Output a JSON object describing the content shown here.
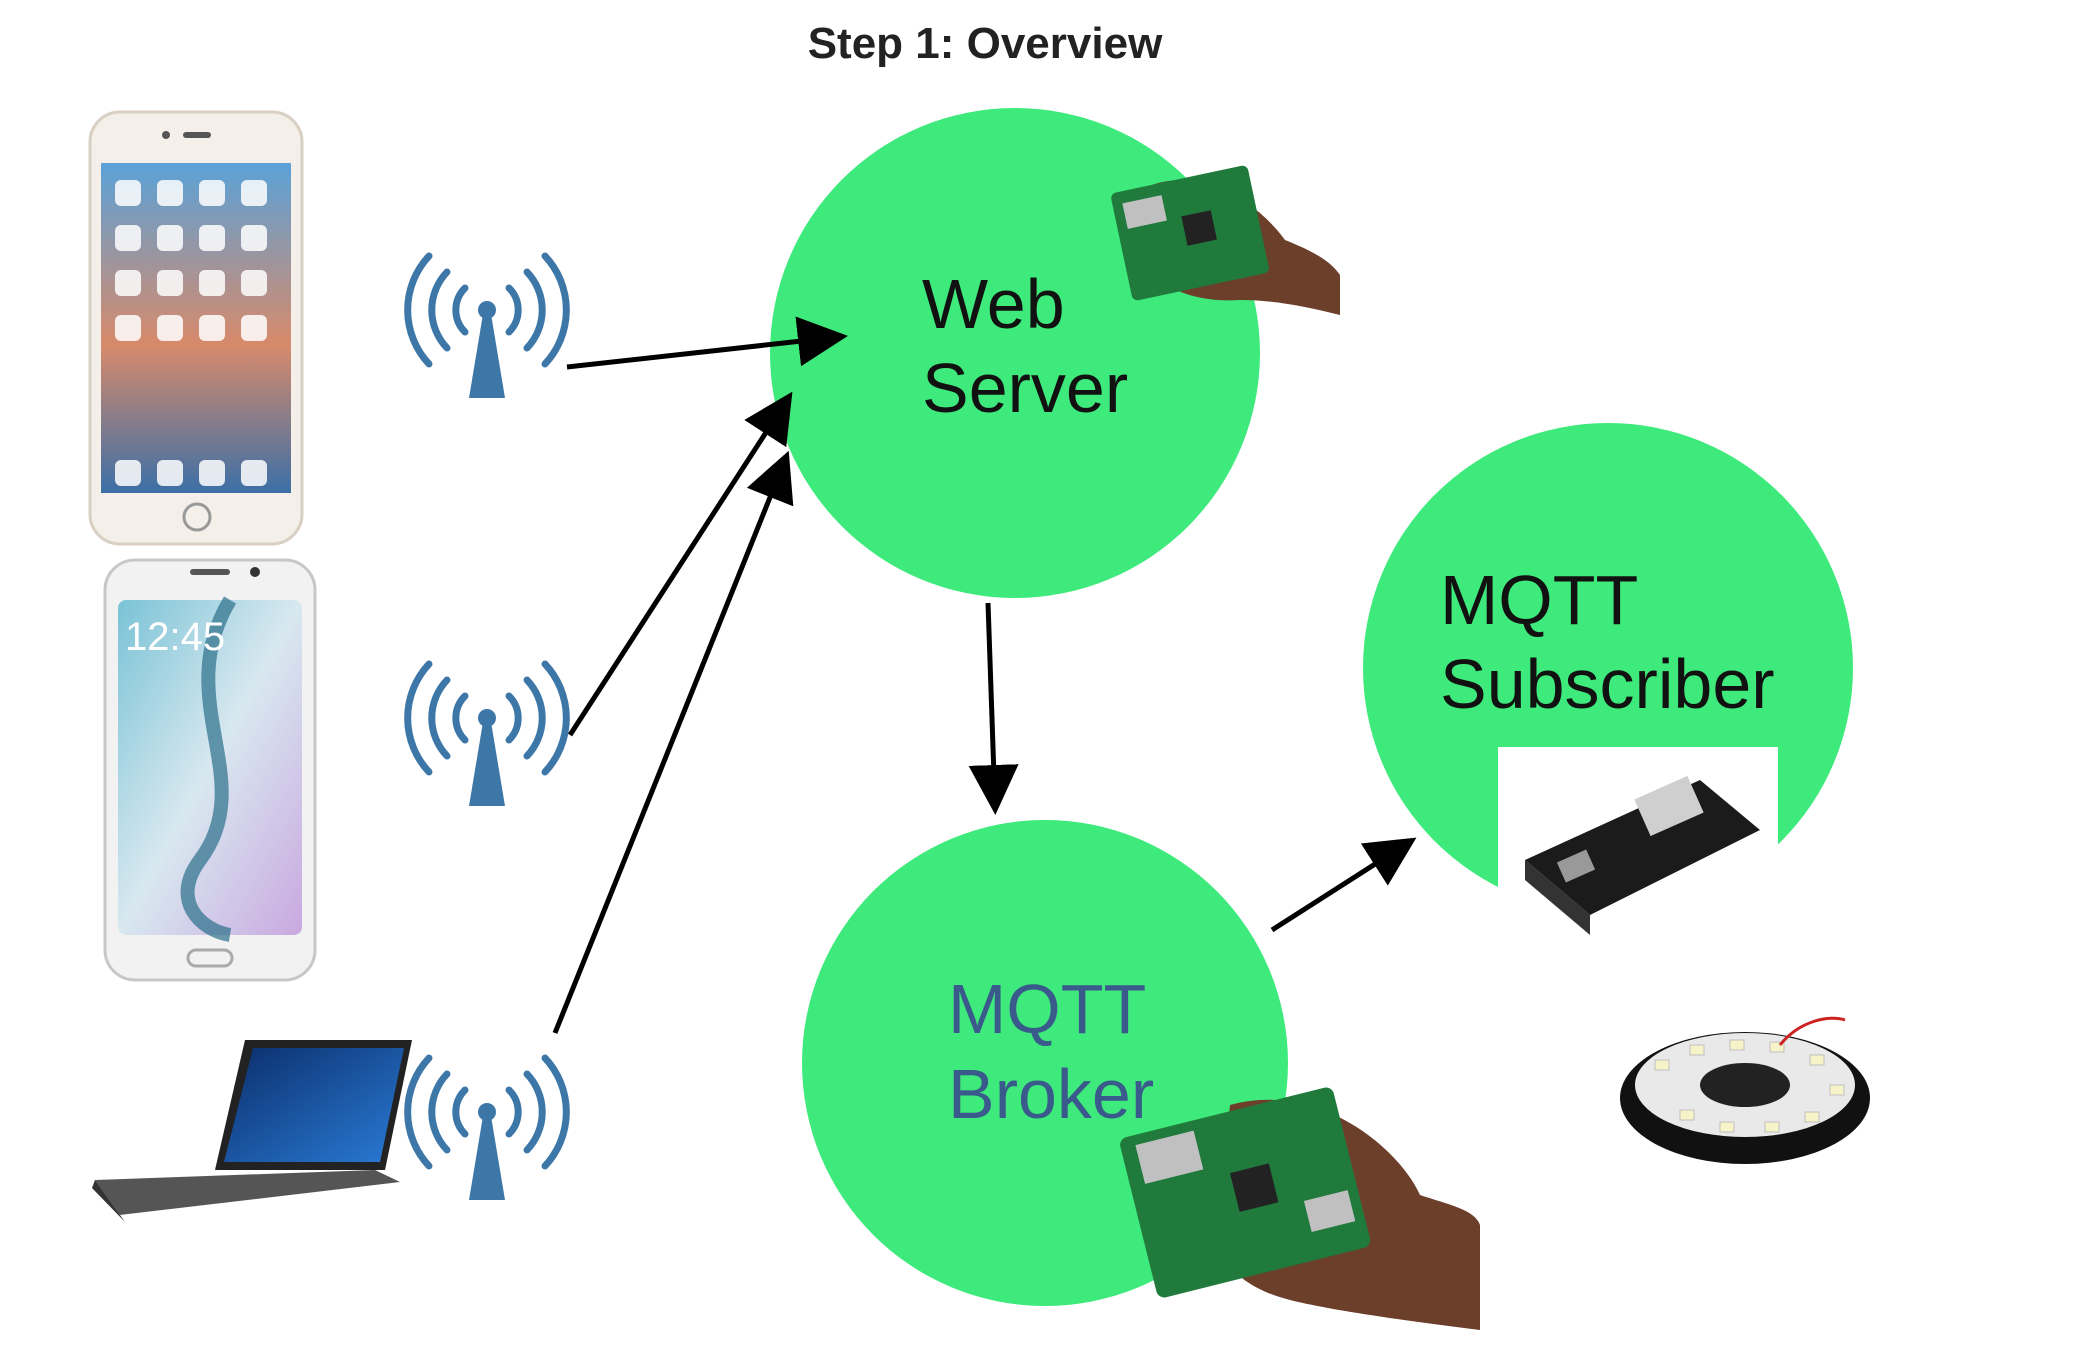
{
  "header": {
    "title": "Step 1: Overview"
  },
  "nodes": {
    "web_server": {
      "line1": "Web",
      "line2": "Server"
    },
    "mqtt_broker": {
      "line1": "MQTT",
      "line2": "Broker"
    },
    "mqtt_subscriber": {
      "line1": "MQTT",
      "line2": "Subscriber"
    }
  },
  "devices": {
    "iphone": {
      "icon": "iphone-icon"
    },
    "android": {
      "icon": "android-phone-icon",
      "clock": "12:45"
    },
    "laptop": {
      "icon": "laptop-icon"
    }
  },
  "colors": {
    "node_fill": "#3fea7c",
    "broker_text": "#3a5a8c",
    "node_text": "#111111",
    "antenna": "#3d77a8",
    "arrow": "#000000"
  }
}
